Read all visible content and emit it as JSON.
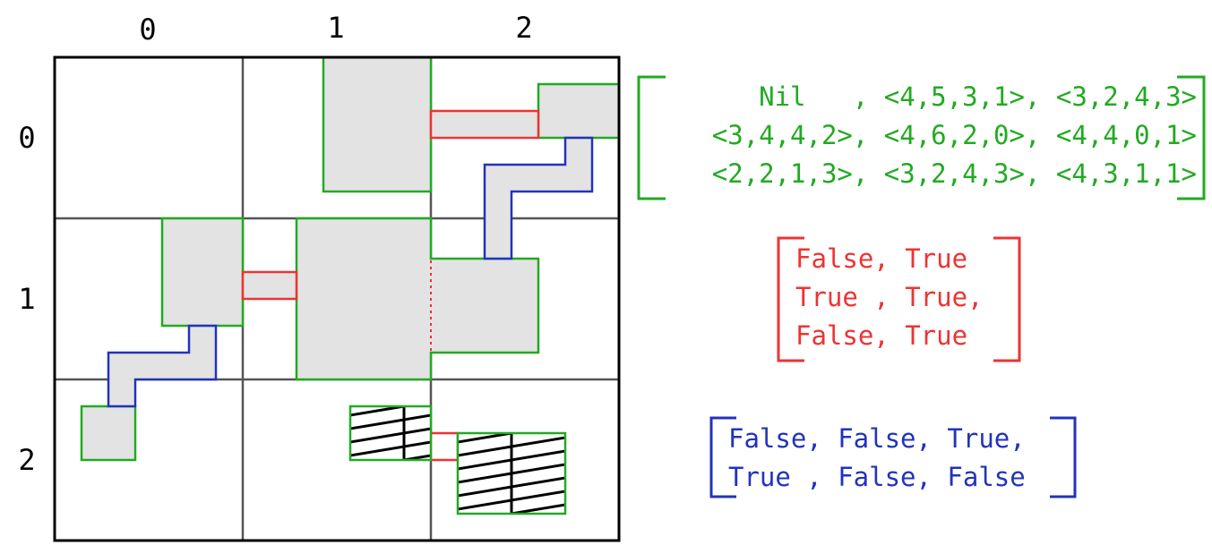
{
  "grid": {
    "col_labels": [
      "0",
      "1",
      "2"
    ],
    "row_labels": [
      "0",
      "1",
      "2"
    ]
  },
  "green_matrix": {
    "color": "#22aa22",
    "rows": [
      "   Nil   , <4,5,3,1>, <3,2,4,3>",
      "<3,4,4,2>, <4,6,2,0>, <4,4,0,1>",
      "<2,2,1,3>, <3,2,4,3>, <4,3,1,1>"
    ]
  },
  "red_matrix": {
    "color": "#ee3333",
    "rows": [
      "False, True",
      "True , True,",
      "False, True"
    ]
  },
  "blue_matrix": {
    "color": "#2233bb",
    "rows": [
      "False, False, True,",
      "True , False, False"
    ]
  },
  "colors": {
    "grid_line": "#555555",
    "border": "#000000",
    "room_fill": "#e3e3e3",
    "room_outline": "#22aa22",
    "horizontal_link": "#ee3333",
    "vertical_link": "#2233bb"
  }
}
